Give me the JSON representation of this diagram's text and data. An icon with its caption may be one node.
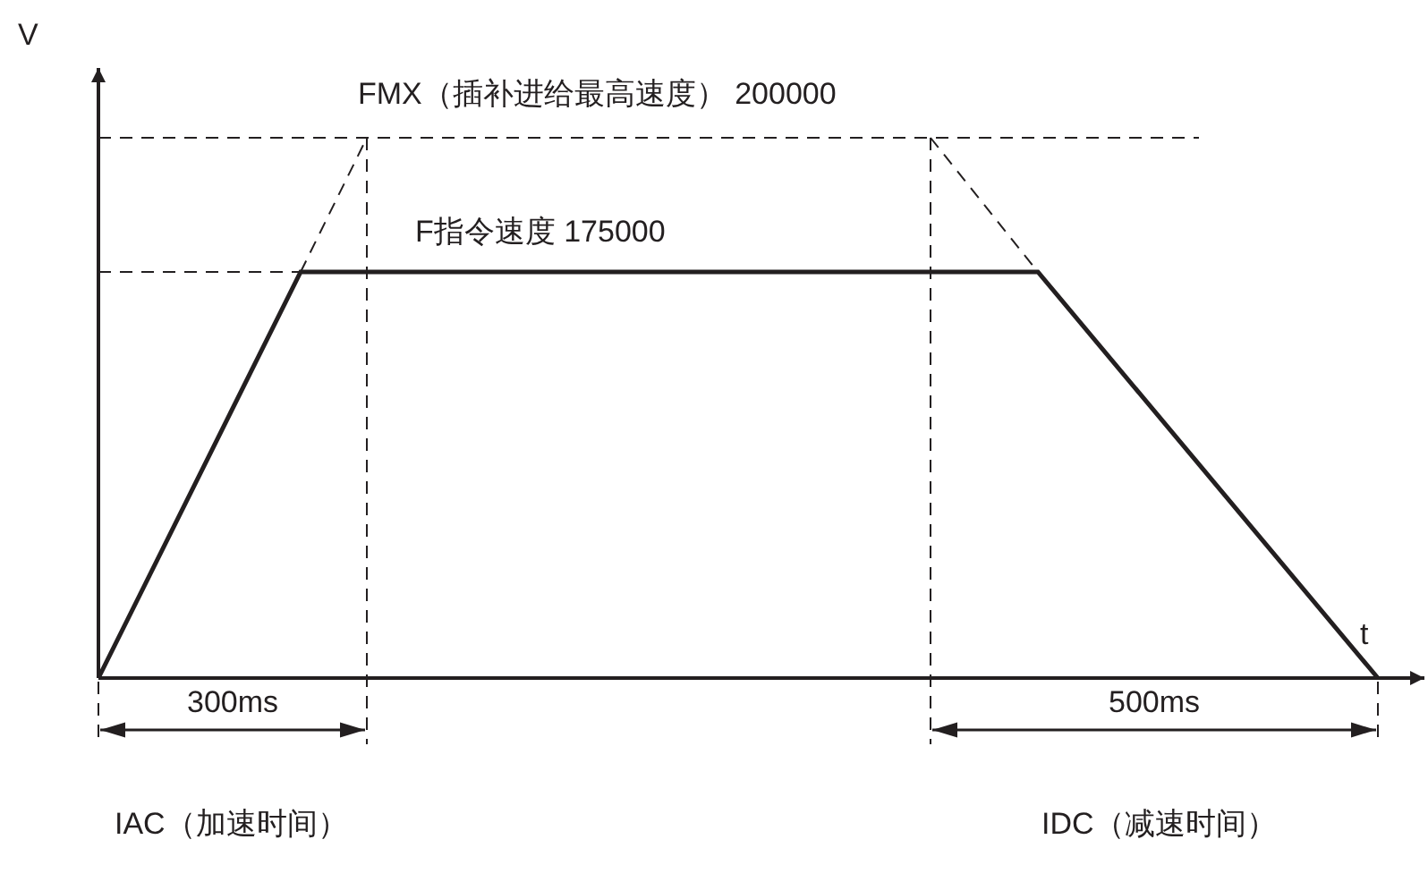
{
  "diagram": {
    "labels": [
      "V",
      "FMX（插补进给最高速度） 200000",
      "F指令速度 175000",
      "t",
      "300ms",
      "500ms",
      "IAC（加速时间）",
      "IDC（减速时间）"
    ]
  }
}
